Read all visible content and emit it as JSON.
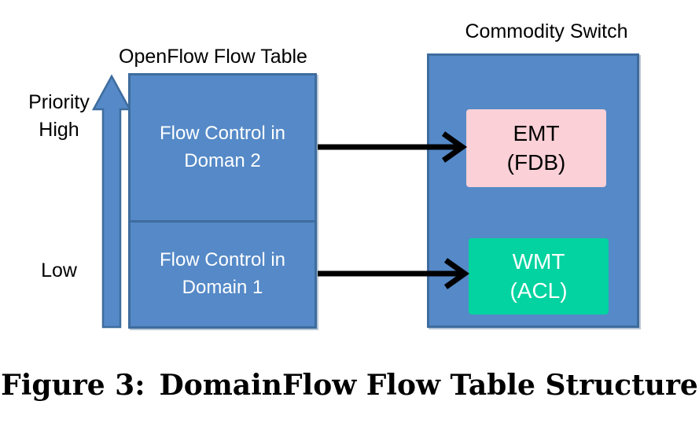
{
  "figure": {
    "caption": "Figure 3: DomainFlow Flow Table Structure"
  },
  "flow_table": {
    "title": "OpenFlow Flow Table",
    "cells": [
      {
        "line1": "Flow Control in",
        "line2": "Doman 2"
      },
      {
        "line1": "Flow Control in",
        "line2": "Domain 1"
      }
    ]
  },
  "commodity_switch": {
    "title": "Commodity Switch",
    "tables": [
      {
        "line1": "EMT",
        "line2": "(FDB)"
      },
      {
        "line1": "WMT",
        "line2": "(ACL)"
      }
    ]
  },
  "priority_axis": {
    "label_line1": "Priority",
    "label_line2": "High",
    "label_low": "Low"
  },
  "colors": {
    "box_blue_fill": "#5589C7",
    "box_blue_border": "#3E6C9E",
    "emt_pink": "#FBD0D7",
    "wmt_green": "#02D3A0",
    "arrow_black": "#000000"
  }
}
